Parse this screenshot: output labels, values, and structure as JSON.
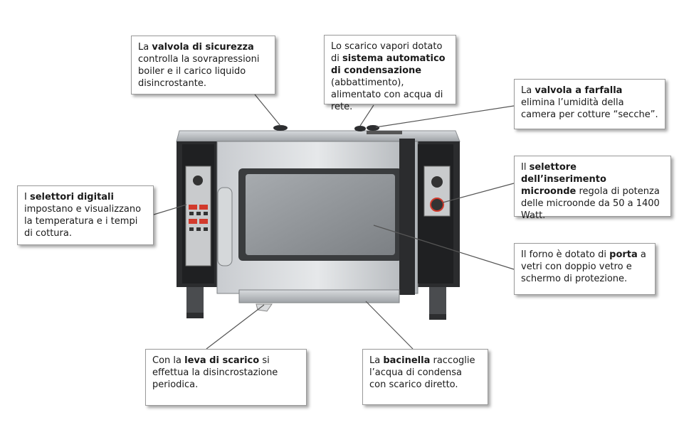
{
  "callouts": {
    "valvola_sicurezza": {
      "pre": "La ",
      "bold": "valvola di sicurezza",
      "post": " controlla la sovrapressioni boiler e il carico liquido disincrostante."
    },
    "scarico_vapori": {
      "pre": "Lo scarico vapori dotato di ",
      "bold": "sistema automatico di condensazione",
      "post": " (abbattimento), alimentato con acqua di rete."
    },
    "valvola_farfalla": {
      "pre": "La ",
      "bold": "valvola a farfalla",
      "post": " elimina l’umidità della camera per cotture “secche”."
    },
    "selettore_microonde": {
      "pre": "Il ",
      "bold": "selettore dell’inserimento microonde",
      "post": " regola di potenza delle microonde da 50 a 1400 Watt."
    },
    "selettori_digitali": {
      "pre": "I ",
      "bold": "selettori digitali",
      "post": " impostano e visualizzano la temperatura e i tempi di cottura."
    },
    "porta": {
      "pre": "Il forno è dotato di ",
      "bold": "porta",
      "post": " a vetri con doppio vetro e schermo di protezione."
    },
    "leva_scarico": {
      "pre": "Con la ",
      "bold": "leva di scarico",
      "post": " si effettua la disincrostazione periodica."
    },
    "bacinella": {
      "pre": "La ",
      "bold": "bacinella",
      "post": " raccoglie l’acqua di condensa con scarico diretto."
    }
  },
  "colors": {
    "steel": "#b8bcc0",
    "dark": "#2a2a2a",
    "glass": "#8e9296",
    "line": "#555555"
  }
}
